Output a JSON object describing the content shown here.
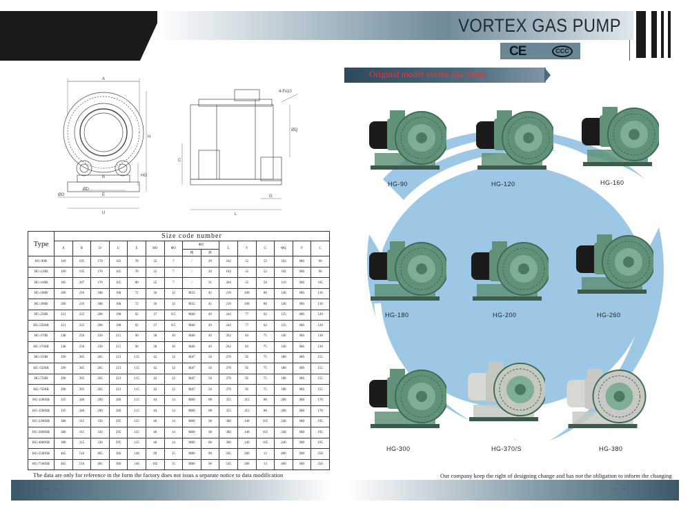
{
  "header": {
    "title": "VORTEX GAS PUMP",
    "cert_ce": "CE",
    "cert_ccc": "CCC"
  },
  "drawing_labels": {
    "A": "A",
    "H": "H",
    "B": "B",
    "C": "C",
    "E": "E",
    "U": "U",
    "HO": "HO",
    "G": "G",
    "L": "L",
    "phiO": "ØO",
    "phiD": "ØD",
    "phiQ": "ØQ",
    "flange": "4-Fx10"
  },
  "table": {
    "type_header": "Type",
    "size_header": "Size code number",
    "columns": [
      "A",
      "B",
      "D",
      "U",
      "E",
      "HO",
      "ΦO",
      "ΦD",
      "L",
      "V",
      "G",
      "ΦQ",
      "F",
      "C"
    ],
    "phiD_sub": [
      "内",
      "外"
    ],
    "rows": [
      [
        "HG-90B",
        "169",
        "195",
        "170",
        "165",
        "78",
        "32",
        "7",
        "/",
        "20",
        "162",
        "55",
        "52",
        "102",
        "M6",
        "96"
      ],
      [
        "HG-120B",
        "169",
        "195",
        "170",
        "165",
        "78",
        "32",
        "7",
        "/",
        "20",
        "162",
        "55",
        "52",
        "102",
        "M6",
        "96"
      ],
      [
        "HG-160B",
        "185",
        "207",
        "170",
        "165",
        "80",
        "35",
        "7",
        "/",
        "31",
        "204",
        "55",
        "50",
        "110",
        "M6",
        "105"
      ],
      [
        "HG-180B",
        "200",
        "210",
        "188",
        "168",
        "72",
        "36",
        "12",
        "M32",
        "41",
        "210",
        "100",
        "80",
        "140",
        "M6",
        "130"
      ],
      [
        "HG-200B",
        "200",
        "210",
        "188",
        "168",
        "72",
        "36",
        "12",
        "M32",
        "41",
        "210",
        "100",
        "80",
        "140",
        "M6",
        "130"
      ],
      [
        "HG-250B",
        "221",
        "235",
        "208",
        "198",
        "92",
        "37",
        "8.5",
        "M40",
        "49",
        "242",
        "77",
        "62",
        "135",
        "M6",
        "120"
      ],
      [
        "HG-250SB",
        "221",
        "235",
        "208",
        "198",
        "92",
        "37",
        "8.5",
        "M40",
        "49",
        "242",
        "77",
        "62",
        "135",
        "M6",
        "120"
      ],
      [
        "HG-370B",
        "248",
        "250",
        "230",
        "215",
        "90",
        "38",
        "10",
        "M40",
        "49",
        "262",
        "83",
        "75",
        "140",
        "M6",
        "130"
      ],
      [
        "HG-370SB",
        "248",
        "250",
        "230",
        "215",
        "90",
        "38",
        "10",
        "M40",
        "49",
        "262",
        "83",
        "75",
        "140",
        "M6",
        "130"
      ],
      [
        "HG-550B",
        "290",
        "305",
        "265",
        "221",
        "115",
        "42",
        "12",
        "M47",
        "56",
        "270",
        "95",
        "75",
        "180",
        "M6",
        "155"
      ],
      [
        "HG-550SB",
        "290",
        "305",
        "265",
        "221",
        "115",
        "42",
        "12",
        "M47",
        "56",
        "270",
        "95",
        "75",
        "180",
        "M6",
        "155"
      ],
      [
        "HG-750B",
        "290",
        "305",
        "265",
        "221",
        "115",
        "42",
        "12",
        "M47",
        "56",
        "270",
        "95",
        "75",
        "180",
        "M6",
        "155"
      ],
      [
        "HG-750SB",
        "290",
        "305",
        "265",
        "221",
        "115",
        "42",
        "12",
        "M47",
        "56",
        "270",
        "95",
        "75",
        "180",
        "M6",
        "155"
      ],
      [
        "HG-1100SB",
        "335",
        "340",
        "290",
        "260",
        "115",
        "44",
        "14",
        "M60",
        "68",
        "325",
        "115",
        "80",
        "200",
        "M8",
        "170"
      ],
      [
        "HG-1500SB",
        "335",
        "340",
        "290",
        "260",
        "115",
        "44",
        "14",
        "M60",
        "68",
        "325",
        "115",
        "80",
        "200",
        "M8",
        "170"
      ],
      [
        "HG-2200SB",
        "380",
        "315",
        "330",
        "295",
        "125",
        "46",
        "14",
        "M60",
        "68",
        "380",
        "140",
        "105",
        "240",
        "M8",
        "195"
      ],
      [
        "HG-3000SB",
        "380",
        "315",
        "330",
        "295",
        "125",
        "46",
        "14",
        "M60",
        "68",
        "380",
        "140",
        "105",
        "240",
        "M8",
        "195"
      ],
      [
        "HG-4000SB",
        "380",
        "315",
        "330",
        "295",
        "125",
        "46",
        "14",
        "M60",
        "68",
        "380",
        "140",
        "105",
        "240",
        "M8",
        "195"
      ],
      [
        "HG-5500SB",
        "465",
        "516",
        "465",
        "366",
        "146",
        "99",
        "15",
        "M80",
        "90",
        "505",
        "286",
        "13",
        "400",
        "M8",
        "250"
      ],
      [
        "HG-7500SB",
        "465",
        "516",
        "465",
        "366",
        "146",
        "102",
        "15",
        "M80",
        "90",
        "545",
        "286",
        "13",
        "400",
        "M8",
        "250"
      ]
    ]
  },
  "notice_left": "The data are only for reference in the form the factory does not issus a separate notice to data modification",
  "notice_right": "Our company keep the right of designing change and has not the obligation to inform the changing",
  "section_title": "Original model vortex gas pump",
  "products": [
    {
      "label": "HG-90",
      "color": "#5f9278"
    },
    {
      "label": "HG-120",
      "color": "#5f9278"
    },
    {
      "label": "HG-160",
      "color": "#5f9278"
    },
    {
      "label": "HG-180",
      "color": "#5f9278"
    },
    {
      "label": "HG-200",
      "color": "#5f9278"
    },
    {
      "label": "HG-260",
      "color": "#5f9278"
    },
    {
      "label": "HG-300",
      "color": "#5f9278"
    },
    {
      "label": "HG-370/S",
      "color": "#c5c8bf"
    },
    {
      "label": "HG-380",
      "color": "#c7c9c2"
    }
  ],
  "colors": {
    "accent_red": "#e8383c",
    "band_blue": "#4d6a7b",
    "swoosh_blue": "#9cc8e6"
  },
  "footer": {
    "page_left": "— —",
    "page_right": "— —"
  }
}
